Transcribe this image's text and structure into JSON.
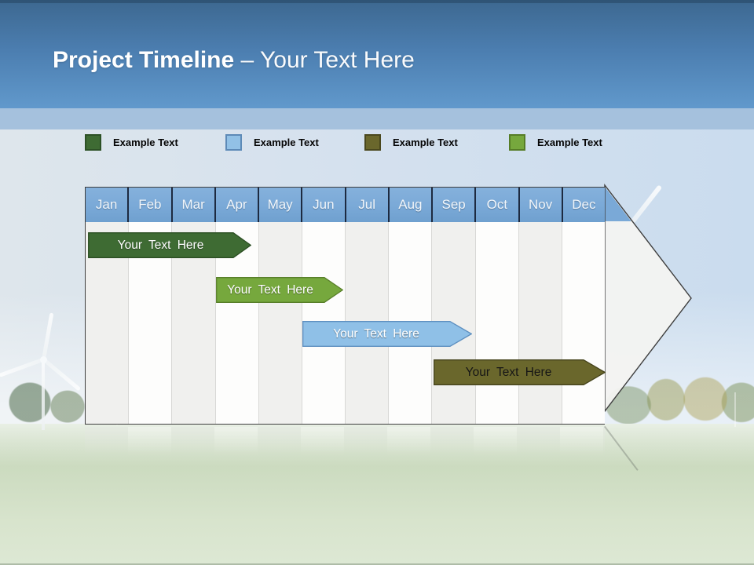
{
  "title": {
    "bold": "Project Timeline",
    "light": "– Your Text Here"
  },
  "legend": {
    "items": [
      {
        "label": "Example Text",
        "color": "#3e6b33",
        "border": "#2d5126"
      },
      {
        "label": "Example Text",
        "color": "#92c1e6",
        "border": "#5d8ab7"
      },
      {
        "label": "Example Text",
        "color": "#6a672c",
        "border": "#4a481e"
      },
      {
        "label": "Example Text",
        "color": "#76a83d",
        "border": "#567d27"
      }
    ]
  },
  "timeline": {
    "months": [
      "Jan",
      "Feb",
      "Mar",
      "Apr",
      "May",
      "Jun",
      "Jul",
      "Aug",
      "Sep",
      "Oct",
      "Nov",
      "Dec"
    ],
    "bars": [
      {
        "label": "Your Text Here",
        "start_month": "Jan",
        "end_month": "Apr",
        "fill": "#3e6b33",
        "stroke": "#2b4e23",
        "text_color": "#ffffff",
        "text_shadow": true
      },
      {
        "label": "Your Text Here",
        "start_month": "Apr",
        "end_month": "Jun",
        "fill": "#76a83d",
        "stroke": "#587f29",
        "text_color": "#ffffff",
        "text_shadow": true
      },
      {
        "label": "Your Text Here",
        "start_month": "Jun",
        "end_month": "Sep",
        "fill": "#8fc0e7",
        "stroke": "#5d8fc0",
        "text_color": "#ffffff",
        "text_shadow": true
      },
      {
        "label": "Your Text Here",
        "start_month": "Sep",
        "end_month": "Dec",
        "fill": "#6a672c",
        "stroke": "#45431c",
        "text_color": "#161616",
        "text_shadow": false
      }
    ],
    "colors": {
      "header_fill": "#7aa9d7",
      "header_separator": "#1d2a40",
      "column_gray": "#f0f0ee",
      "column_white": "#fdfdfc",
      "outline": "#3e3e3e",
      "arrowhead_fill": "#f3f3f1"
    }
  }
}
